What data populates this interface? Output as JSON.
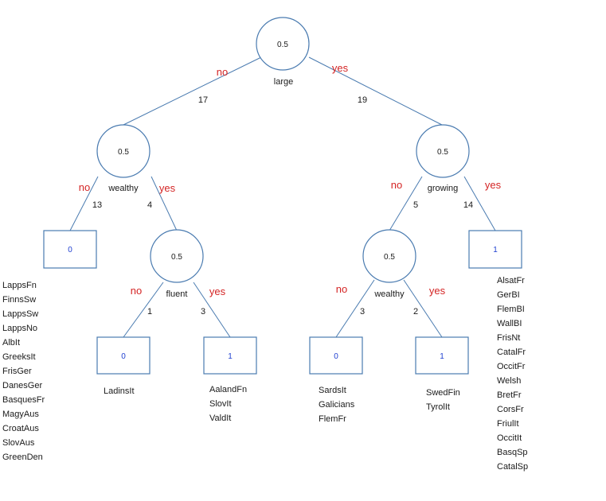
{
  "root": {
    "value": "0.5",
    "attribute": "large",
    "no_label": "no",
    "yes_label": "yes",
    "no_count": "17",
    "yes_count": "19"
  },
  "left": {
    "value": "0.5",
    "attribute": "wealthy",
    "no_label": "no",
    "yes_label": "yes",
    "no_count": "13",
    "yes_count": "4",
    "leaf_no": {
      "value": "0",
      "members": [
        "LappsFn",
        "FinnsSw",
        "LappsSw",
        "LappsNo",
        "AlbIt",
        "GreeksIt",
        "FrisGer",
        "DanesGer",
        "BasquesFr",
        "MagyAus",
        "CroatAus",
        "SlovAus",
        "GreenDen"
      ]
    },
    "child_yes": {
      "value": "0.5",
      "attribute": "fluent",
      "no_label": "no",
      "yes_label": "yes",
      "no_count": "1",
      "yes_count": "3",
      "leaf_no": {
        "value": "0",
        "members": [
          "LadinsIt"
        ]
      },
      "leaf_yes": {
        "value": "1",
        "members": [
          "AalandFn",
          "SlovIt",
          "ValdIt"
        ]
      }
    }
  },
  "right": {
    "value": "0.5",
    "attribute": "growing",
    "no_label": "no",
    "yes_label": "yes",
    "no_count": "5",
    "yes_count": "14",
    "child_no": {
      "value": "0.5",
      "attribute": "wealthy",
      "no_label": "no",
      "yes_label": "yes",
      "no_count": "3",
      "yes_count": "2",
      "leaf_no": {
        "value": "0",
        "members": [
          "SardsIt",
          "Galicians",
          "FlemFr"
        ]
      },
      "leaf_yes": {
        "value": "1",
        "members": [
          "SwedFin",
          "TyrolIt"
        ]
      }
    },
    "leaf_yes": {
      "value": "1",
      "members": [
        "AlsatFr",
        "GerBI",
        "FlemBI",
        "WallBI",
        "FrisNt",
        "CatalFr",
        "OccitFr",
        "Welsh",
        "BretFr",
        "CorsFr",
        "FriulIt",
        "OccitIt",
        "BasqSp",
        "CatalSp"
      ]
    }
  }
}
